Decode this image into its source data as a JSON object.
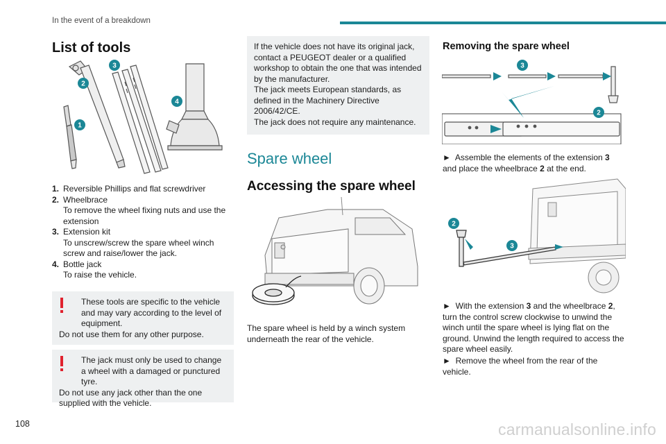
{
  "header": {
    "section": "In the event of a breakdown",
    "accent": "#1b8796"
  },
  "page_number": "108",
  "watermark": "carmanualsonline.info",
  "list_of_tools": {
    "title": "List of tools",
    "figure_callouts": [
      "1",
      "2",
      "3",
      "4"
    ],
    "items": [
      {
        "num": "1.",
        "name": "Reversible Phillips and flat screwdriver",
        "desc": ""
      },
      {
        "num": "2.",
        "name": "Wheelbrace",
        "desc": "To remove the wheel fixing nuts and use the extension"
      },
      {
        "num": "3.",
        "name": "Extension kit",
        "desc": "To unscrew/screw the spare wheel winch screw and raise/lower the jack."
      },
      {
        "num": "4.",
        "name": "Bottle jack",
        "desc": "To raise the vehicle."
      }
    ]
  },
  "warnings": [
    {
      "first": "These tools are specific to the vehicle and may vary according to the level of equipment.",
      "rest": "Do not use them for any other purpose."
    },
    {
      "first": "The jack must only be used to change a wheel with a damaged or punctured tyre.",
      "rest": "Do not use any jack other than the one supplied with the vehicle."
    }
  ],
  "jack_note": [
    "If the vehicle does not have its original jack, contact a PEUGEOT dealer or a qualified workshop to obtain the one that was intended by the manufacturer.",
    "The jack meets European standards, as defined in the Machinery Directive 2006/42/CE.",
    "The jack does not require any maintenance."
  ],
  "spare_wheel": {
    "title": "Spare wheel",
    "accessing_title": "Accessing the spare wheel",
    "accessing_text": "The spare wheel is held by a winch system underneath the rear of the vehicle."
  },
  "removing": {
    "title": "Removing the spare wheel",
    "fig1_callouts": [
      "3",
      "2"
    ],
    "step1": {
      "arrow": "►",
      "a": "Assemble the elements of the extension ",
      "b1": "3",
      "c": " and place the wheelbrace ",
      "b2": "2",
      "d": " at the end."
    },
    "fig2_callouts": [
      "2",
      "3"
    ],
    "step2": {
      "arrow": "►",
      "a": "With the extension ",
      "b1": "3",
      "c": " and the wheelbrace ",
      "b2": "2",
      "d": ", turn the control screw clockwise to unwind the winch until the spare wheel is lying flat on the ground. Unwind the length required to access the spare wheel easily."
    },
    "step3": {
      "arrow": "►",
      "text": "Remove the wheel from the rear of the vehicle."
    }
  }
}
